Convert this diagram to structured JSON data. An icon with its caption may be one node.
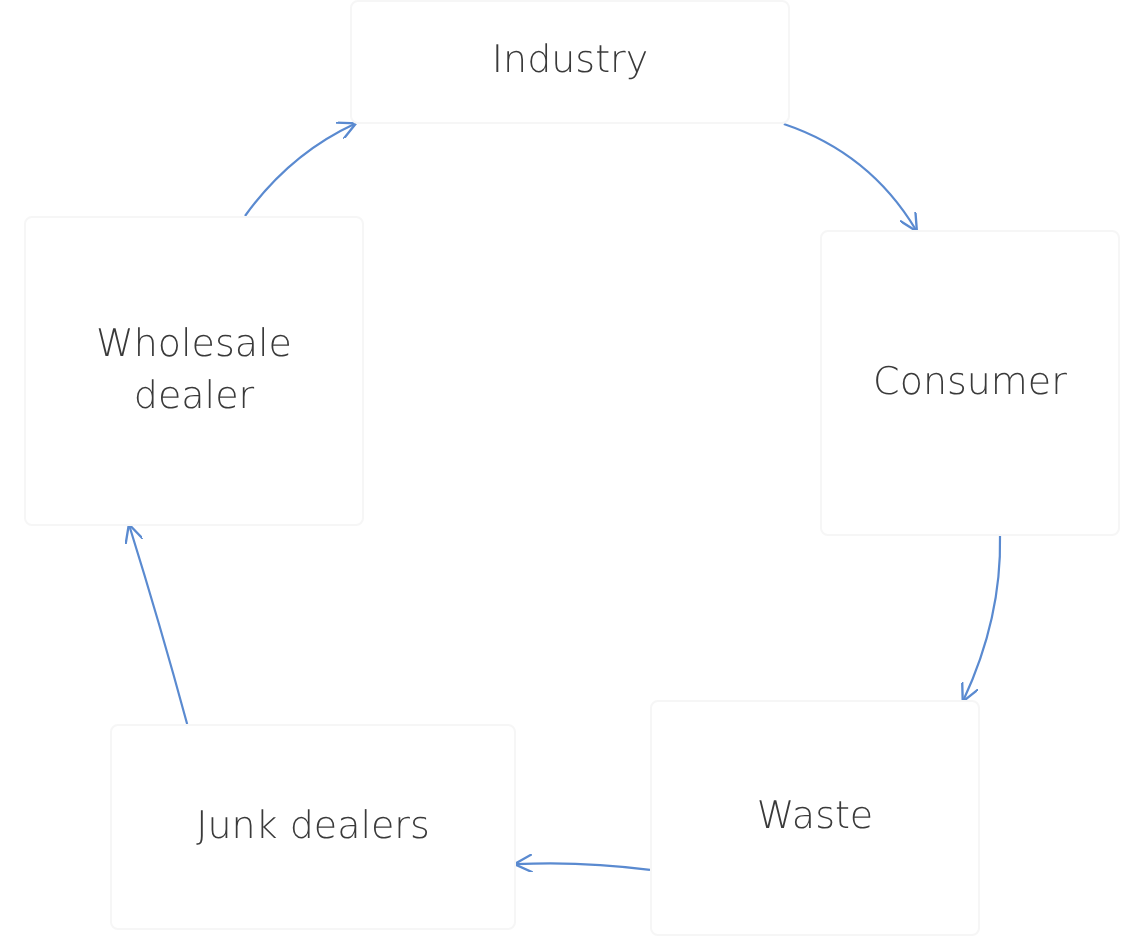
{
  "diagram": {
    "nodes": [
      {
        "text": [
          "Industry"
        ]
      },
      {
        "text": [
          "Consumer"
        ]
      },
      {
        "text": [
          "Waste"
        ]
      },
      {
        "text": [
          "Junk dealers"
        ]
      },
      {
        "text": [
          "Wholesale dealer"
        ]
      }
    ],
    "edges": [
      {
        "from": 0,
        "to": 1,
        "arrow": "to"
      },
      {
        "from": 1,
        "to": 2,
        "arrow": "to"
      },
      {
        "from": 2,
        "to": 3,
        "arrow": "to"
      },
      {
        "from": 3,
        "to": 4,
        "arrow": "to"
      },
      {
        "from": 4,
        "to": 0,
        "arrow": "to"
      }
    ]
  }
}
